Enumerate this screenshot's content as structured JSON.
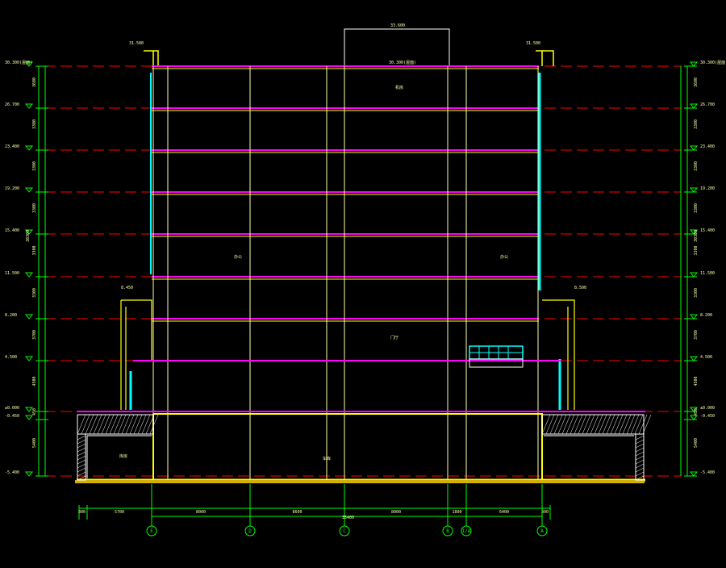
{
  "colors": {
    "background": "#000000",
    "gridline": "#ff0000",
    "wall": "#ffff00",
    "slab": "#ff00ff",
    "column": "#ffffaa",
    "dimension": "#00ff00",
    "glass": "#00ffff",
    "text": "#ffffaa",
    "leader": "#ffffff"
  },
  "top_elevation": "33.600",
  "roof_left_label": "31.500",
  "roof_right_label": "31.500",
  "roof_center_label": "30.300(屋面)",
  "podium_left_label": "8.450",
  "podium_right_label": "8.500",
  "left_levels": [
    {
      "label": "30.300(屋面)"
    },
    {
      "label": "26.700"
    },
    {
      "label": "23.400"
    },
    {
      "label": "19.200"
    },
    {
      "label": "15.400"
    },
    {
      "label": "11.500"
    },
    {
      "label": "8.200"
    },
    {
      "label": "4.500"
    },
    {
      "label": "±0.000"
    },
    {
      "label": "-0.450"
    },
    {
      "label": "-5.400"
    }
  ],
  "right_levels": [
    {
      "label": "30.300(屋面)"
    },
    {
      "label": "26.700"
    },
    {
      "label": "23.400"
    },
    {
      "label": "19.200"
    },
    {
      "label": "15.400"
    },
    {
      "label": "11.500"
    },
    {
      "label": "8.200"
    },
    {
      "label": "4.500"
    },
    {
      "label": "±0.000"
    },
    {
      "label": "-0.450"
    },
    {
      "label": "-5.400"
    }
  ],
  "left_dims": [
    "3600",
    "3300",
    "3300",
    "3300",
    "3300",
    "3300",
    "3700",
    "4500",
    "450",
    "5400"
  ],
  "right_dims": [
    "3600",
    "3300",
    "3300",
    "3300",
    "3300",
    "3300",
    "3700",
    "4500",
    "450",
    "5400"
  ],
  "total_height_left": "30300",
  "total_height_right": "30300",
  "bottom_dims": [
    "300",
    "5700",
    "8000",
    "8600",
    "8000",
    "1800",
    "6400",
    "300"
  ],
  "bottom_total": "35400",
  "axes": [
    {
      "label": "E"
    },
    {
      "label": "D"
    },
    {
      "label": "C"
    },
    {
      "label": "B"
    },
    {
      "label": "1/A"
    },
    {
      "label": "A"
    }
  ],
  "room_labels": [
    {
      "label": "机房"
    },
    {
      "label": "办公"
    },
    {
      "label": "办公"
    },
    {
      "label": "门厅"
    },
    {
      "label": "车库"
    },
    {
      "label": "库房"
    }
  ]
}
